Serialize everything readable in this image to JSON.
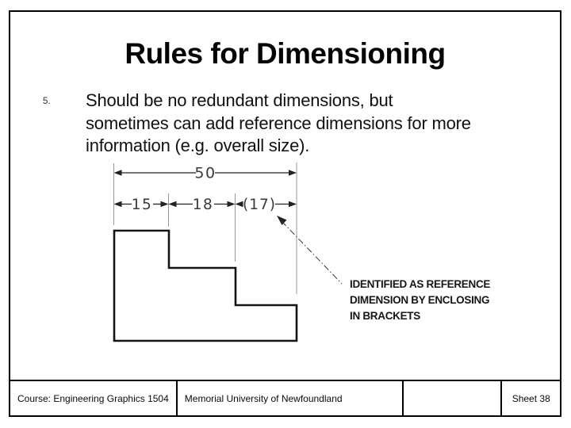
{
  "slide": {
    "title": "Rules for Dimensioning",
    "bullet": {
      "number": "5.",
      "lines": [
        "Should be no redundant dimensions, but",
        "sometimes can add reference dimensions for more",
        "information (e.g. overall size)."
      ]
    }
  },
  "drawing": {
    "type": "dimensioned-step-profile",
    "dim_overall": "50",
    "dim_1": "15",
    "dim_2": "18",
    "dim_ref": "(17)",
    "note_lines": [
      "IDENTIFIED AS REFERENCE",
      "DIMENSION BY ENCLOSING",
      "IN BRACKETS"
    ]
  },
  "footer": {
    "course": "Course: Engineering Graphics 1504",
    "university": "Memorial University of Newfoundland",
    "blank": "",
    "sheet": "Sheet 38"
  },
  "colors": {
    "ink": "#000000",
    "outline": "#141414",
    "dimension_line": "#222222",
    "extension_line": "#999999",
    "dim_text": "#3a3a3a",
    "background": "#ffffff"
  }
}
